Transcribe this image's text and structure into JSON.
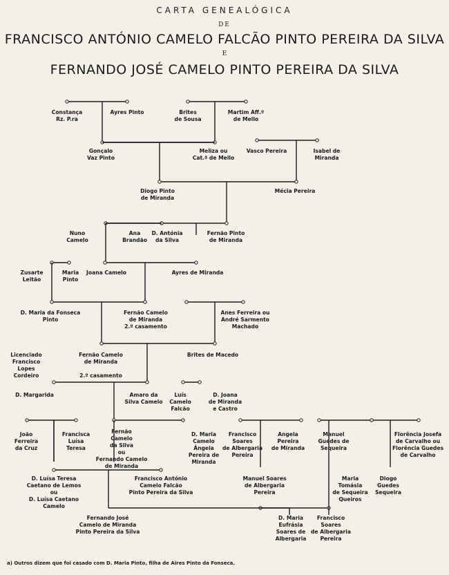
{
  "header": {
    "label": "CARTA GENEALÓGICA",
    "de": "DE",
    "name1": "FRANCISCO ANTÓNIO CAMELO FALCÃO PINTO PEREIRA DA SILVA",
    "conj": "E",
    "name2": "FERNANDO JOSÉ CAMELO PINTO PEREIRA DA SILVA"
  },
  "people": [
    {
      "id": "constanca",
      "text": "Constança\nRz. P.ra"
    },
    {
      "id": "ayres-pinto",
      "text": "Ayres Pinto"
    },
    {
      "id": "brites-sousa",
      "text": "Brites\nde Sousa"
    },
    {
      "id": "martim",
      "text": "Martim Aff.º\nde Mello"
    },
    {
      "id": "goncalo",
      "text": "Gonçalo\nVaz Pinto"
    },
    {
      "id": "meliza",
      "text": "Meliza ou\nCat.ª de Mello"
    },
    {
      "id": "vasco",
      "text": "Vasco Pereira"
    },
    {
      "id": "isabel",
      "text": "Isabel de\nMiranda"
    },
    {
      "id": "diogo-pinto",
      "text": "Diogo Pinto\nde Miranda"
    },
    {
      "id": "mecia",
      "text": "Mécia Pereira"
    },
    {
      "id": "nuno",
      "text": "Nuno\nCamelo"
    },
    {
      "id": "ana",
      "text": "Ana\nBrandão"
    },
    {
      "id": "antonia",
      "text": "D. Antónia\nda Silva"
    },
    {
      "id": "fernao-pinto",
      "text": "Fernão Pinto\nde Miranda"
    },
    {
      "id": "zusarte",
      "text": "Zusarte\nLeitão"
    },
    {
      "id": "maria-pinto",
      "text": "Maria\nPinto"
    },
    {
      "id": "joana-camelo",
      "text": "Joana Camelo"
    },
    {
      "id": "ayres-miranda",
      "text": "Ayres de Miranda"
    },
    {
      "id": "maria-fonseca",
      "text": "D. Maria da Fonseca\nPinto"
    },
    {
      "id": "fernao-camelo-1",
      "text": "Fernão Camelo\nde Miranda\n2.º casamento"
    },
    {
      "id": "anes",
      "text": "Anes Ferreira ou\nAndré Sarmento\nMachado"
    },
    {
      "id": "licenciado",
      "text": "Licenciado\nFrancisco\nLopes\nCordeiro"
    },
    {
      "id": "fernao-camelo-2",
      "text": "Fernão Camelo\nde Miranda\n\n2.º casamento"
    },
    {
      "id": "brites-macedo",
      "text": "Brites de Macedo"
    },
    {
      "id": "margarida",
      "text": "D. Margarida"
    },
    {
      "id": "amaro",
      "text": "Amaro da\nSilva Camelo"
    },
    {
      "id": "luis",
      "text": "Luís\nCamelo\nFalcão"
    },
    {
      "id": "joana-miranda",
      "text": "D. Joana\nde Miranda\ne Castro"
    },
    {
      "id": "joao",
      "text": "João\nFerreira\nda Cruz"
    },
    {
      "id": "francisca",
      "text": "Francisca\nLuísa\nTeresa"
    },
    {
      "id": "fernao-camelo-3",
      "text": "Fernão\nCamelo\nda Silva\nou\nFernando Camelo\nde Miranda"
    },
    {
      "id": "maria-camelo",
      "text": "D. Maria\nCamelo\nÂngela\nPereira de\nMiranda"
    },
    {
      "id": "francisco-soares-1",
      "text": "Francisco\nSoares\nde Albergaria\nPereira"
    },
    {
      "id": "angela",
      "text": "Angela\nPereira\nde Miranda"
    },
    {
      "id": "manuel-guedes",
      "text": "Manuel\nGuedes de\nSequeira"
    },
    {
      "id": "florencia",
      "text": "Florência Josefa\nde Carvalho ou\nFlorência Guedes\nde Carvalho"
    },
    {
      "id": "luisa-teresa",
      "text": "D. Luísa Teresa\nCaetano de Lemos\nou\nD. Luísa Caetano\nCamelo"
    },
    {
      "id": "francisco-antonio",
      "text": "Francisco António\nCamelo Falcão\nPinto Pereira da Silva"
    },
    {
      "id": "manuel-soares",
      "text": "Manuel Soares\nde Albergaria\nPereira"
    },
    {
      "id": "maria-tomasia",
      "text": "Maria\nTomásia\nde Sequeira\nQueiros"
    },
    {
      "id": "diogo-guedes",
      "text": "Diogo\nGuedes\nSequeira"
    },
    {
      "id": "fernando-jose",
      "text": "Fernando José\nCamelo de Miranda\nPinto Pereira da Silva"
    },
    {
      "id": "maria-eufrasia",
      "text": "D. Maria\nEufrásia\nSoares de\nAlbergaria"
    },
    {
      "id": "francisco-soares-2",
      "text": "Francisco\nSoares\nde Albergaria\nPereira"
    }
  ],
  "footnote": "a)  Outros dizem que foi casado com D. Maria Pinto, filha de Aires Pinto da Fonseca."
}
